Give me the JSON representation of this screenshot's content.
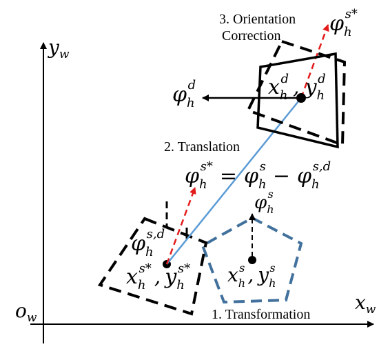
{
  "axes": {
    "x_label": "x",
    "x_sub": "w",
    "y_label": "y",
    "y_sub": "w",
    "origin_label": "o",
    "origin_sub": "w"
  },
  "steps": {
    "orientation_line1": "3. Orientation",
    "orientation_line2": "Correction",
    "translation": "2. Translation",
    "transformation": "1. Transformation"
  },
  "math": {
    "phi": "φ",
    "h": "h",
    "x": "x",
    "y": "y",
    "comma": ",",
    "sup_s_star": "s*",
    "sup_s": "s",
    "sup_d": "d",
    "sup_s_d": "s,d",
    "equals": "=",
    "minus": "−"
  },
  "colors": {
    "black": "#000000",
    "red_dashed": "#e31b1b",
    "translation_line": "#5b9bd5",
    "pentagon": "#41719c"
  }
}
